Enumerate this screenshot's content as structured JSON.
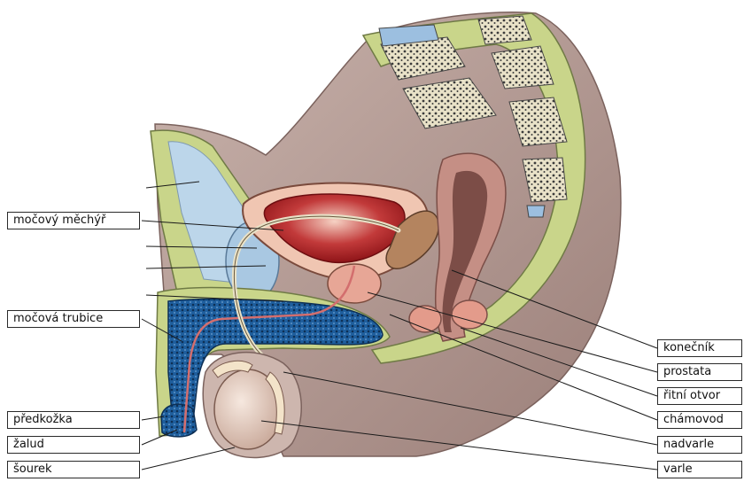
{
  "labels_left": [
    {
      "id": "mocovy-mechyr",
      "text": "močový měchýř"
    },
    {
      "id": "mocova-trubice",
      "text": "močová trubice"
    },
    {
      "id": "predkozka",
      "text": "předkožka"
    },
    {
      "id": "zalud",
      "text": "žalud"
    },
    {
      "id": "sourek",
      "text": "šourek"
    }
  ],
  "labels_right": [
    {
      "id": "konecnik",
      "text": "konečník"
    },
    {
      "id": "prostata",
      "text": "prostata"
    },
    {
      "id": "ritni-otvor",
      "text": "řitní otvor"
    },
    {
      "id": "chamovod",
      "text": "chámovod"
    },
    {
      "id": "nadvarle",
      "text": "nadvarle"
    },
    {
      "id": "varle",
      "text": "varle"
    }
  ],
  "colors": {
    "skin": "#b8a19a",
    "skin_dark": "#8f7570",
    "pelvis_green": "#c9d58a",
    "bone": "#e9e2c8",
    "bone_dots": "#3b3b3b",
    "bladder_fill": "#b9232a",
    "bladder_wall": "#f0c6b2",
    "corpus_blue": "#1f5f9e",
    "corpus_dots": "#0d2f55",
    "testis": "#e9d3c5",
    "prostate": "#e7a696",
    "rectum": "#c58f85",
    "fat_blue": "#bcd6ea",
    "line": "#1a1a1a"
  }
}
